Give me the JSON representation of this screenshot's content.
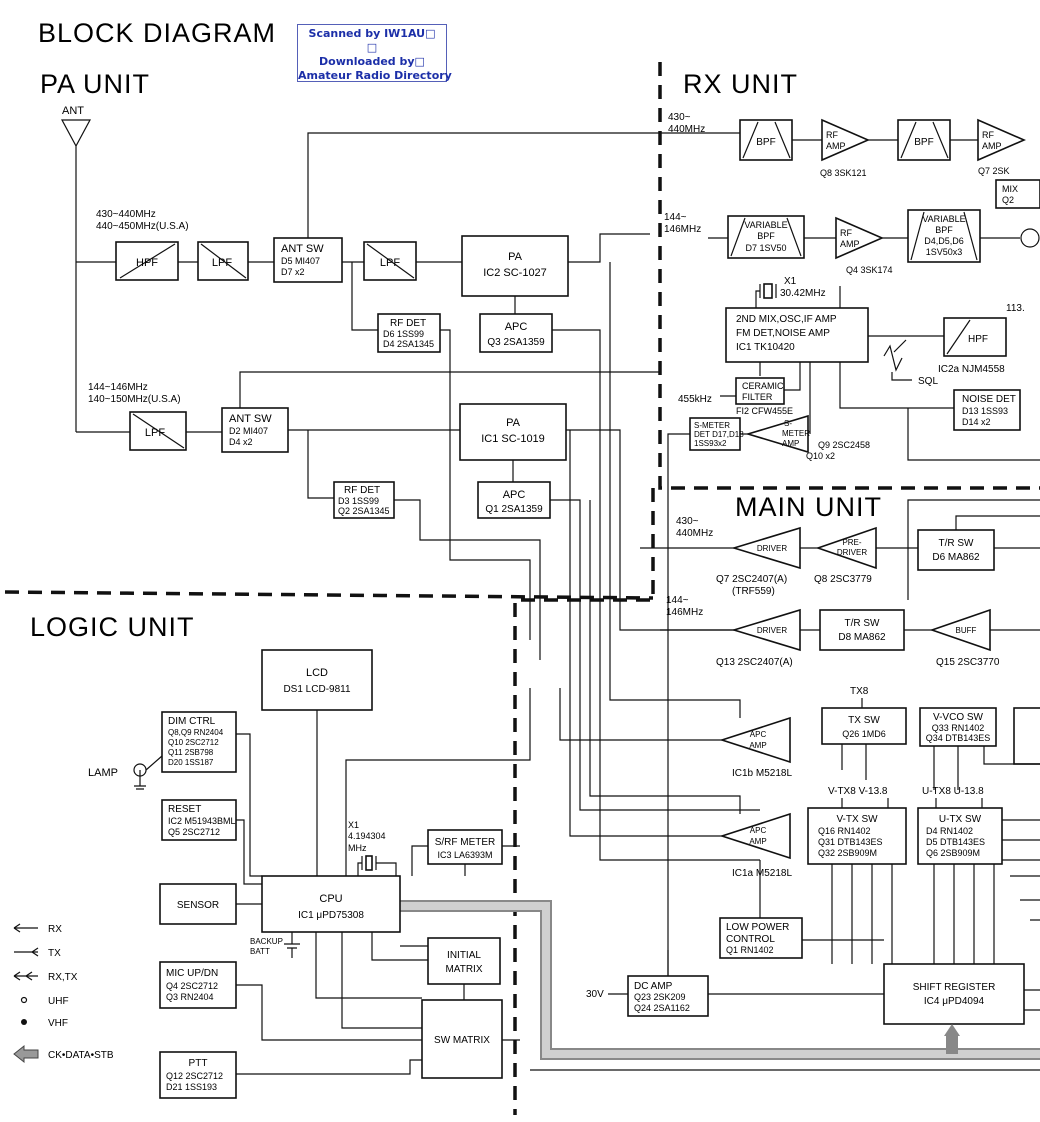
{
  "diagram_title": "BLOCK DIAGRAM",
  "watermark": {
    "line1": "Scanned by IW1AU□",
    "line2": "□",
    "line3": "Downloaded by□",
    "line4": "Amateur Radio Directory"
  },
  "sections": {
    "pa": "PA UNIT",
    "rx": "RX UNIT",
    "main": "MAIN UNIT",
    "logic": "LOGIC UNIT"
  },
  "antenna_label": "ANT",
  "freq": {
    "pa_uhf_1": "430~440MHz",
    "pa_uhf_2": "440~450MHz(U.S.A)",
    "pa_vhf_1": "144~146MHz",
    "pa_vhf_2": "140~150MHz(U.S.A)",
    "rx_uhf_1": "430~",
    "rx_uhf_2": "440MHz",
    "rx_vhf_1": "144~",
    "rx_vhf_2": "146MHz",
    "main_uhf_1": "430~",
    "main_uhf_2": "440MHz",
    "main_vhf_1": "144~",
    "main_vhf_2": "146MHz",
    "if_455": "455kHz",
    "edge_113": "113."
  },
  "blocks": {
    "hpf_uhf": "HPF",
    "lpf_uhf": "LPF",
    "antsw_uhf": [
      "ANT SW",
      "D5  MI407",
      "D7        x2"
    ],
    "lpf_uhf2": "LPF",
    "pa_ic2": [
      "PA",
      "IC2  SC-1027"
    ],
    "rfdet_uhf": [
      "RF DET",
      "D6  1SS99",
      "D4 2SA1345"
    ],
    "apc_q3": [
      "APC",
      "Q3  2SA1359"
    ],
    "lpf_vhf": "LPF",
    "antsw_vhf": [
      "ANT SW",
      "D2  MI407",
      "D4        x2"
    ],
    "pa_ic1": [
      "PA",
      "IC1  SC-1019"
    ],
    "rfdet_vhf": [
      "RF DET",
      "D3  1SS99",
      "Q2 2SA1345"
    ],
    "apc_q1": [
      "APC",
      "Q1  2SA1359"
    ],
    "bpf1": "BPF",
    "rfamp_q8": [
      "RF",
      "AMP"
    ],
    "q8_label": "Q8  3SK121",
    "bpf2": "BPF",
    "rfamp_q7": [
      "RF",
      "AMP"
    ],
    "q7_label": "Q7  2SK",
    "mix_label": [
      "MIX",
      "Q2"
    ],
    "varbpf_d7": [
      "VARIABLE",
      "BPF",
      "D7  1SV50"
    ],
    "rfamp_q4": [
      "RF",
      "AMP"
    ],
    "q4_label": "Q4  3SK174",
    "varbpf_d4": [
      "VARIABLE",
      "BPF",
      "D4,D5,D6",
      "1SV50x3"
    ],
    "xtal_rx": [
      "X1",
      "30.42MHz"
    ],
    "mix2": [
      "2ND MIX,OSC,IF AMP",
      "FM DET,NOISE AMP",
      "IC1  TK10420"
    ],
    "hpf_rx": "HPF",
    "ic2a_label": "IC2a  NJM4558",
    "sql": "SQL",
    "ceramic": [
      "CERAMIC",
      "FILTER"
    ],
    "fi2_label": "FI2  CFW455E",
    "smeter_det": [
      "S-METER",
      "DET D17,D18",
      "1SS93x2"
    ],
    "smeter_amp": [
      "S-",
      "METER",
      "AMP"
    ],
    "q9_label": [
      "Q9  2SC2458",
      "Q10           x2"
    ],
    "noise_det": [
      "NOISE DET",
      "D13  1SS93",
      "D14         x2"
    ],
    "driver_q7": "DRIVER",
    "predriver_q8": [
      "PRE-",
      "DRIVER"
    ],
    "trsw_d6": [
      "T/R SW",
      "D6  MA862"
    ],
    "q7_main_label": [
      "Q7  2SC2407(A)",
      "(TRF559)"
    ],
    "q8_main_label": "Q8  2SC3779",
    "driver_q13": "DRIVER",
    "q13_label": "Q13  2SC2407(A)",
    "trsw_d8": [
      "T/R SW",
      "D8  MA862"
    ],
    "buff": "BUFF",
    "q15_label": "Q15  2SC3770",
    "apcamp_b": [
      "APC",
      "AMP"
    ],
    "ic1b_label": "IC1b  M5218L",
    "apcamp_a": [
      "APC",
      "AMP"
    ],
    "ic1a_label": "IC1a  M5218L",
    "tx8": "TX8",
    "txsw": [
      "TX SW",
      "Q26  1MD6"
    ],
    "vvco": [
      "V-VCO SW",
      "Q33  RN1402",
      "Q34 DTB143ES"
    ],
    "vtx_labels": "V-TX8  V-13.8",
    "utx_labels": "U-TX8  U-13.8",
    "vtxsw": [
      "V-TX SW",
      "Q16  RN1402",
      "Q31  DTB143ES",
      "Q32  2SB909M"
    ],
    "utxsw": [
      "U-TX SW",
      "D4  RN1402",
      "D5  DTB143ES",
      "Q6  2SB909M"
    ],
    "lowpower": [
      "LOW POWER",
      "CONTROL",
      "Q1  RN1402"
    ],
    "dcamp": [
      "DC AMP",
      "Q23  2SK209",
      "Q24  2SA1162"
    ],
    "v30": "30V",
    "shiftreg": [
      "SHIFT REGISTER",
      "IC4  μPD4094"
    ],
    "lcd": [
      "LCD",
      "DS1  LCD-9811"
    ],
    "dimctrl": [
      "DIM CTRL",
      "Q8,Q9  RN2404",
      "Q10  2SC2712",
      "Q11  2SB798",
      "D20  1SS187"
    ],
    "lamp": "LAMP",
    "reset": [
      "RESET",
      "IC2  M51943BML",
      "Q5  2SC2712"
    ],
    "sensor": "SENSOR",
    "xtal_cpu": [
      "X1",
      "4.194304",
      "MHz"
    ],
    "smeter_ic3": [
      "S/RF METER",
      "IC3  LA6393M"
    ],
    "cpu": [
      "CPU",
      "IC1  μPD75308"
    ],
    "backup": [
      "BACKUP",
      "BATT"
    ],
    "initial_matrix": [
      "INITIAL",
      "MATRIX"
    ],
    "micupdn": [
      "MIC UP/DN",
      "Q4  2SC2712",
      "Q3  RN2404"
    ],
    "swmatrix": "SW MATRIX",
    "ptt": [
      "PTT",
      "Q12  2SC2712",
      "D21  1SS193"
    ]
  },
  "legend": [
    "RX",
    "TX",
    "RX,TX",
    "UHF",
    "VHF",
    "CK•DATA•STB"
  ]
}
